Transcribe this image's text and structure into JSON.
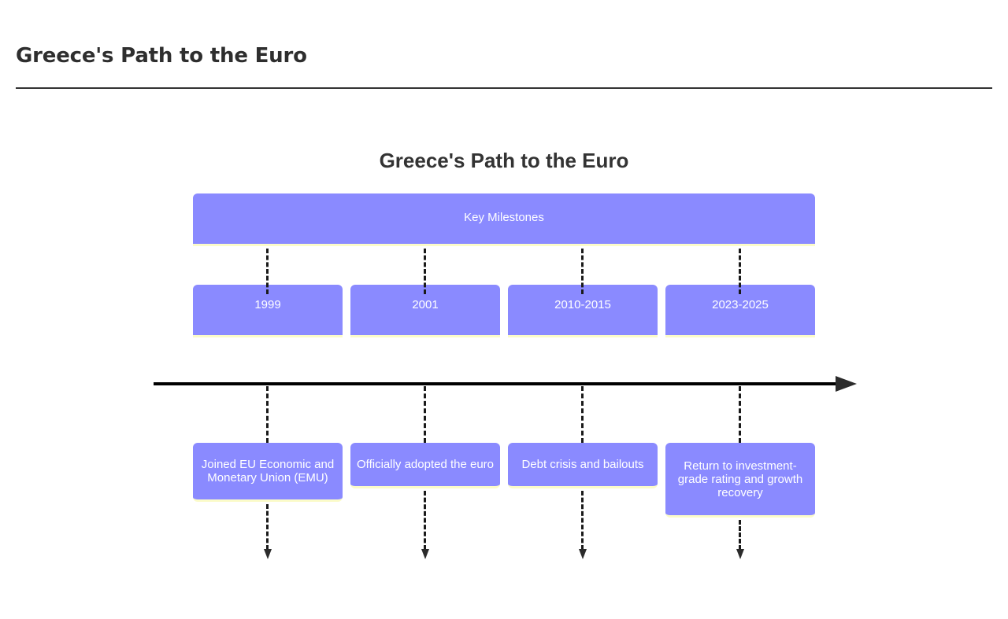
{
  "page": {
    "title": "Greece's Path to the Euro"
  },
  "diagram": {
    "title": "Greece's Path to the Euro",
    "section_label": "Key Milestones",
    "accent_color": "#8a8aff",
    "accent_edge_color": "#fbfbc9",
    "axis_color": "#000000",
    "text_color": "#ffffff"
  },
  "chart_data": {
    "type": "timeline",
    "title": "Greece's Path to the Euro",
    "section": "Key Milestones",
    "axis": {
      "direction": "left-to-right",
      "arrowhead": "right"
    },
    "events": [
      {
        "period": "1999",
        "description": "Joined EU Economic and Monetary Union (EMU)"
      },
      {
        "period": "2001",
        "description": "Officially adopted the euro"
      },
      {
        "period": "2010-2015",
        "description": "Debt crisis and bailouts"
      },
      {
        "period": "2023-2025",
        "description": "Return to investment-grade rating and growth recovery"
      }
    ]
  }
}
